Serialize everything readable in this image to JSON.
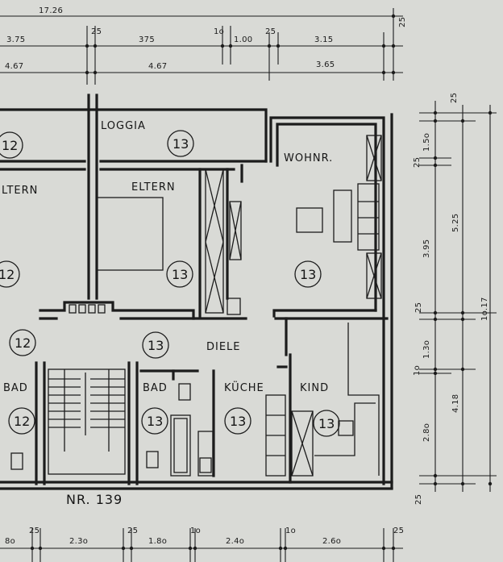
{
  "top_dims": {
    "row0": [
      "17.26"
    ],
    "row1": [
      "3.75",
      "25",
      "375",
      "1o",
      "1.00",
      "25",
      "3.15"
    ],
    "row2": [
      "4.67",
      "4.67",
      "3.65"
    ],
    "corner": "25"
  },
  "right_dims": {
    "corner": "25",
    "c1": [
      "25",
      "1.5o",
      "3.95",
      "25",
      "1.3o",
      "1o",
      "2.8o",
      "25"
    ],
    "c2": [
      "5.25",
      "4.18"
    ],
    "c3": "1o.17"
  },
  "bottom_dims": [
    "8o",
    "25",
    "2.3o",
    "25",
    "1.8o",
    "1o",
    "2.4o",
    "1o",
    "2.6o",
    "25"
  ],
  "rooms": {
    "loggia": "LOGGIA",
    "wohnr": "WOHNR.",
    "eltern_left": "LTERN",
    "eltern": "ELTERN",
    "diele": "DIELE",
    "bad_left": "BAD",
    "bad": "BAD",
    "kueche": "KÜCHE",
    "kind": "KIND"
  },
  "circle_numbers": {
    "c12_top": "12",
    "c13_loggia": "13",
    "c12_mid": "12",
    "c13_eltern": "13",
    "c13_wohn": "13",
    "c12_diele": "12",
    "c13_diele": "13",
    "c12_bad": "12",
    "c13_bad": "13",
    "c13_kueche": "13",
    "c13_kind": "13"
  },
  "caption": "NR. 139"
}
